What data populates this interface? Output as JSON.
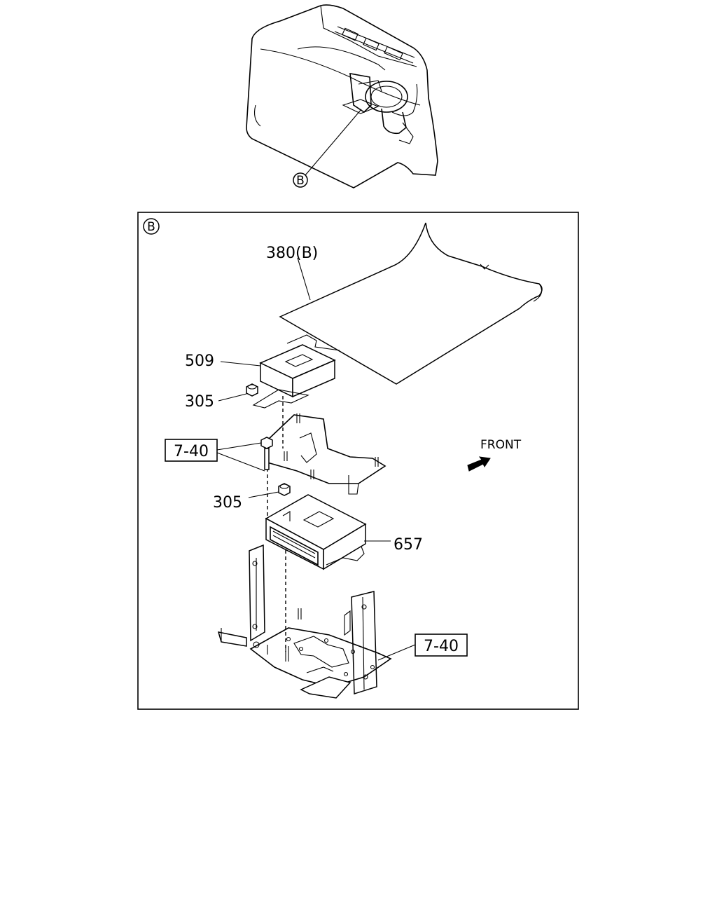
{
  "overview": {
    "callout": "B"
  },
  "detail": {
    "section_marker": "B",
    "front_label": "FRONT",
    "parts": {
      "mat": "380(B)",
      "unit_upper": "509",
      "nut_upper": "305",
      "nut_lower": "305",
      "unit_lower": "657",
      "ref_left": "7-40",
      "ref_right": "7-40"
    }
  }
}
